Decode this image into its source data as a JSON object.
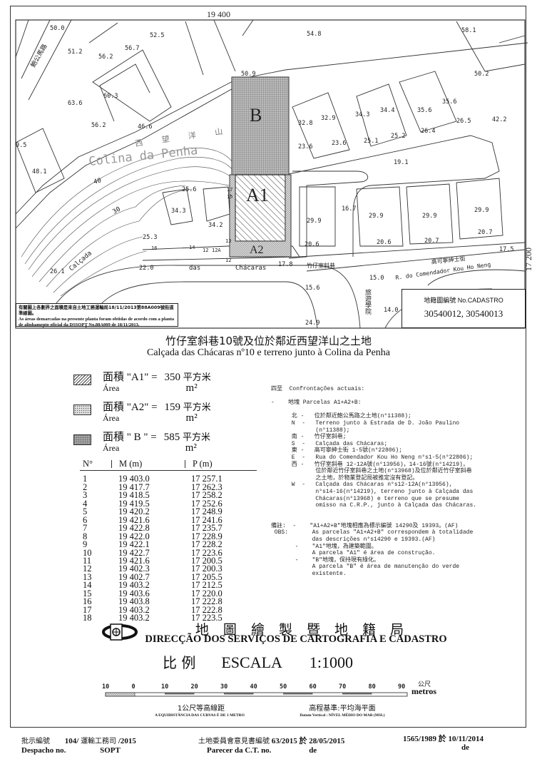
{
  "map": {
    "grid_x_label": "19 400",
    "grid_y_label": "17 200",
    "parcel_labels": {
      "b": "B",
      "a1": "A1",
      "a2": "A2"
    },
    "place_cn": "西 望 洋 山",
    "place_pt": "Colina da Penha",
    "road_cn": "竹仔室斜巷",
    "road_left": "Calçada",
    "road_mid": "das",
    "road_right": "Chácaras",
    "street2_cn": "高可寧紳士街",
    "street2_pt": "R. do Comendador Kou Ho Neng",
    "street3_cn": "鮑公馬路",
    "street4_cn": "旅遊學院",
    "contours": [
      "40",
      "30"
    ],
    "elevations": [
      "50.0",
      "52.5",
      "56.7",
      "54.8",
      "51.2",
      "56.2",
      "63.6",
      "60.3",
      "56.2",
      "46.6",
      "50.9",
      "9.5",
      "48.1",
      "25.6",
      "34.3",
      "34.2",
      "25.3",
      "22.0",
      "26.1",
      "32.8",
      "32.9",
      "34.3",
      "34.4",
      "35.6",
      "35.6",
      "23.6",
      "23.6",
      "25.1",
      "25.2",
      "26.4",
      "26.5",
      "19.1",
      "29.9",
      "29.9",
      "29.9",
      "29.9",
      "16.7",
      "20.6",
      "20.6",
      "20.7",
      "20.7",
      "17.8",
      "15.0",
      "15.6",
      "24.9",
      "14.0",
      "58.1",
      "50.2",
      "42.2",
      "17.5"
    ],
    "lot_numbers": [
      "16",
      "14",
      "12",
      "12A",
      "12",
      "13",
      "17",
      "15"
    ],
    "note_cn": "有關圖上各劃界之面積是來自土地工務運輸局18/11/2013第88A009號街道準線圖。",
    "note_pt": "As áreas demarcadas na presente planta foram obtidas de acordo com a planta de alinhamento oficial da DSSOPT No.88A009 de 18/11/2013.",
    "cadastro_label": "地籍圖編號 No.CADASTRO",
    "cadastro_value": "30540012, 30540013"
  },
  "title": {
    "cn": "竹仔室斜巷10號及位於鄰近西望洋山之土地",
    "pt": "Calçada das Chácaras nº10 e terreno junto à Colina da Penha"
  },
  "legend": [
    {
      "cn": "面積 \"A1\" =",
      "value": "350",
      "unit_cn": "平方米",
      "pt": "Área",
      "unit": "m²"
    },
    {
      "cn": "面積 \"A2\" =",
      "value": "159",
      "unit_cn": "平方米",
      "pt": "Área",
      "unit": "m²"
    },
    {
      "cn": "面積 \" B \" =",
      "value": "585",
      "unit_cn": "平方米",
      "pt": "Área",
      "unit": "m²"
    }
  ],
  "coord_table": {
    "headers": [
      "N°",
      "M (m)",
      "P (m)"
    ],
    "rows": [
      [
        "1",
        "19 403.0",
        "17 257.1"
      ],
      [
        "2",
        "19 417.7",
        "17 262.3"
      ],
      [
        "3",
        "19 418.5",
        "17 258.2"
      ],
      [
        "4",
        "19 419.5",
        "17 252.6"
      ],
      [
        "5",
        "19 420.2",
        "17 248.9"
      ],
      [
        "6",
        "19 421.6",
        "17 241.6"
      ],
      [
        "7",
        "19 422.8",
        "17 235.7"
      ],
      [
        "8",
        "19 422.0",
        "17 228.9"
      ],
      [
        "9",
        "19 422.1",
        "17 228.2"
      ],
      [
        "10",
        "19 422.7",
        "17 223.6"
      ],
      [
        "11",
        "19 421.6",
        "17 200.5"
      ],
      [
        "12",
        "19 402.3",
        "17 200.3"
      ],
      [
        "13",
        "19 402.7",
        "17 205.5"
      ],
      [
        "14",
        "19 403.2",
        "17 212.5"
      ],
      [
        "15",
        "19 403.6",
        "17 220.0"
      ],
      [
        "16",
        "19 403.8",
        "17 222.8"
      ],
      [
        "17",
        "19 403.2",
        "17 222.8"
      ],
      [
        "18",
        "19 403.2",
        "17 223.5"
      ]
    ]
  },
  "confrontacoes": {
    "text": "四至  Confrontações actuais:\n\n-    地塊 Parcelas A1+A2+B:\n\n      北 -   位於鄰近鮑公馬路之土地(n°11388);\n      N  -   Terreno junto à Estrada de D. João Paulino\n             (n°11388);\n      南 -   竹仔室斜巷;\n      S  -   Calçada das Chácaras;\n      東 -   高可寧紳士街 1-5號(n°22806);\n      E  -   Rua do Comendador Kou Ho Neng n°s1-5(n°22806);\n      西 -   竹仔室斜巷 12-12A號(n°13956)，14-16號(n°14219)，\n             位於鄰近竹仔室斜巷之土地(n°13968)及位於鄰近竹仔室斜巷\n             之土地，於物業登記局被推定沒有登記。\n      W  -   Calçada das Chácaras n°s12-12A(n°13956),\n             n°s14-16(n°14219), terreno junto à Calçada das\n             Chácaras(n°13968) e terreno que se presume\n             omisso na C.R.P., junto à Calçada das Chácaras.\n\n\n備註:  -    \"A1+A2+B\"地塊相應為標示編號 14290及 19393。(AF)\n OBS:       As parcelas \"A1+A2+B\" correspondem à totalidade\n            das descrições n°s14290 e 19393.(AF)\n       -    \"A1\"地塊，為建築範圍。\n            A parcela \"A1\" é área de construção.\n       -    \"B\"地塊，保持現有綠化。\n            A parcela \"B\" é área de manutenção do verde\n            existente."
  },
  "agency": {
    "cn": "地 圖 繪 製 暨 地 籍 局",
    "pt": "DIRECÇÃO DOS SERVIÇOS DE CARTOGRAFIA E CADASTRO"
  },
  "scale": {
    "cn": "比 例",
    "label": "ESCALA",
    "ratio": "1:1000",
    "ticks": [
      "10",
      "0",
      "10",
      "20",
      "30",
      "40",
      "50",
      "60",
      "70",
      "80",
      "90"
    ],
    "unit_cn": "公尺",
    "unit": "metros",
    "equid_cn": "1公尺等高線距",
    "equid_pt": "A EQUIDISTÂNCIA DAS CURVAS É DE 1 METRO",
    "datum_cn": "高程基準:平均海平面",
    "datum_pt": "Datum Vertical : NÍVEL MÉDIO DO MAR (MSL)"
  },
  "footer": {
    "despacho_cn": "批示編號",
    "despacho_no": "104/",
    "despacho_dept_cn": "運輸工務司",
    "despacho_year": "/2015",
    "despacho_pt": "Despacho no.",
    "despacho_dept": "SOPT",
    "parecer_cn": "土地委員會意見書編號",
    "parecer_value": "63/2015 於 28/05/2015",
    "parecer_pt": "Parecer da C.T. no.",
    "parecer_de": "de",
    "other_value": "1565/1989 於 10/11/2014",
    "other_de": "de"
  }
}
